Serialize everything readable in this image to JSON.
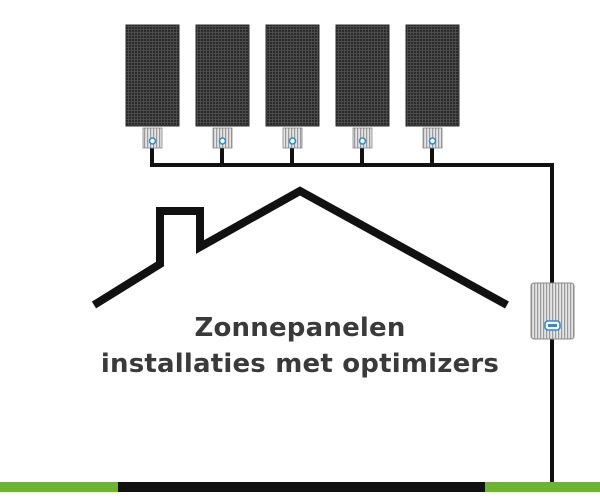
{
  "diagram": {
    "caption_line1": "Zonnepanelen",
    "caption_line2": "installaties met optimizers",
    "panel_count": 5,
    "colors": {
      "panel": "#3a3a3a",
      "wire": "#111111",
      "house_outline": "#111111",
      "optimizer_body": "#d6d6d6",
      "optimizer_led": "#2a8fd0",
      "ground_green": "#6cb52d",
      "ground_black": "#111111"
    },
    "icons": [
      "solar-panel-icon",
      "optimizer-icon",
      "inverter-icon",
      "house-outline-icon"
    ]
  }
}
